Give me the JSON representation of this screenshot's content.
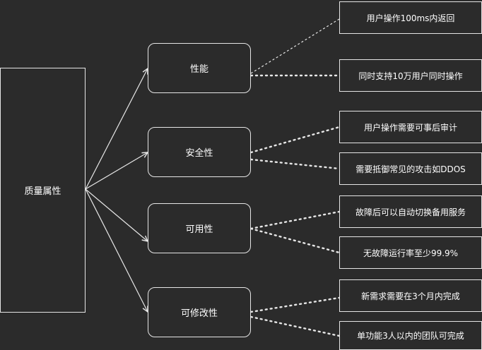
{
  "root": {
    "label": "质量属性"
  },
  "attributes": [
    {
      "label": "性能",
      "leaves": [
        "用户操作100ms内返回",
        "同时支持10万用户同时操作"
      ]
    },
    {
      "label": "安全性",
      "leaves": [
        "用户操作需要可事后审计",
        "需要抵御常见的攻击如DDOS"
      ]
    },
    {
      "label": "可用性",
      "leaves": [
        "故障后可以自动切换备用服务",
        "无故障运行率至少99.9%"
      ]
    },
    {
      "label": "可修改性",
      "leaves": [
        "新需求需要在3个月内完成",
        "单功能3人以内的团队可完成"
      ]
    }
  ],
  "colors": {
    "background": "#2b2b2b",
    "line": "#e6e6e6",
    "text": "#ffffff"
  }
}
